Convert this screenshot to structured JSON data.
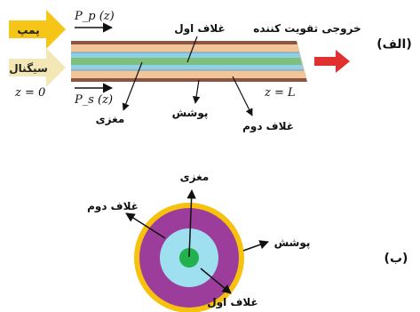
{
  "labels": {
    "part_a": "(الف)",
    "part_b": "(ب)",
    "pump": "پمپ",
    "signal": "سیگنال",
    "pump_power": "P_p (z)",
    "signal_power": "P_s (z)",
    "z_start": "z = 0",
    "z_end": "z = L",
    "inner_cladding": "غلاف اول",
    "amplified_output": "خروجی تقویت کننده",
    "core": "مغزی",
    "coating": "پوشش",
    "outer_cladding": "غلاف دوم"
  },
  "colors": {
    "pump_arrow": "#f5c518",
    "signal_arrow": "#f2e7b5",
    "output_arrow": "#e03030",
    "coating_band": "#8b5540",
    "outer_cladding_band": "#f2c49a",
    "inner_cladding_band": "#8fd0e8",
    "core_band": "#7dc07d",
    "cs_coating": "#f7c20e",
    "cs_outer_cladding": "#9c3d9c",
    "cs_inner_cladding": "#9edff0",
    "cs_core": "#22b14c"
  }
}
